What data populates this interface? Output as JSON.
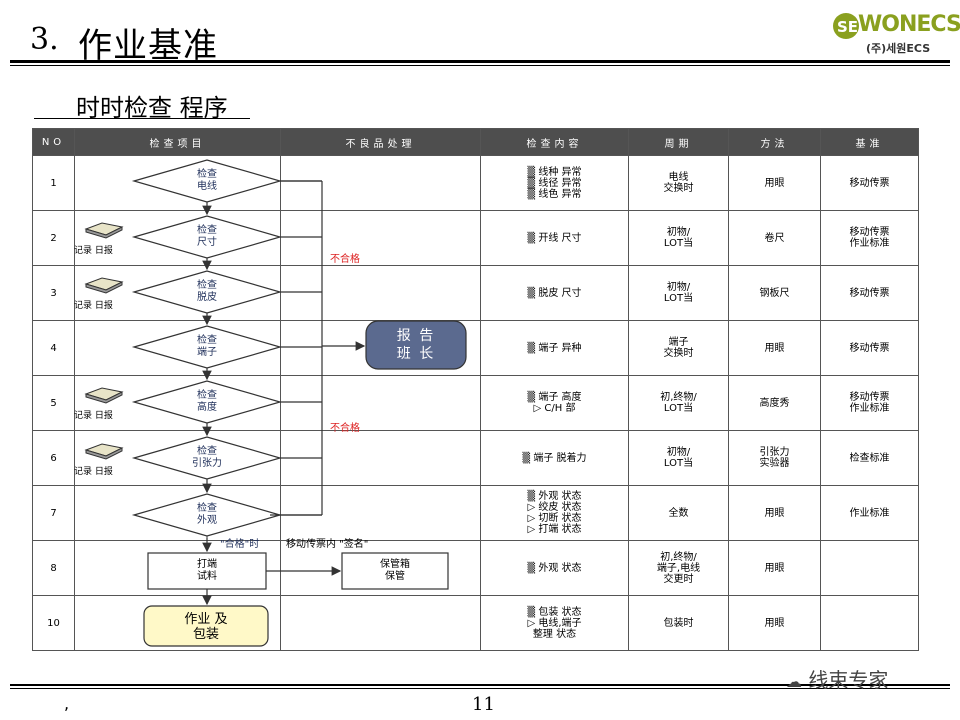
{
  "header": {
    "number": "3.",
    "title": "作业基准",
    "subtitle": "时时检查 程序",
    "logo_text": "SEWONECS",
    "logo_sub": "(주)세원ECS"
  },
  "table": {
    "headers": [
      "NO",
      "检查项目",
      "不良品处理",
      "检查内容",
      "周期",
      "方法",
      "基准"
    ],
    "rows": [
      {
        "no": "1",
        "content": [
          "▒ 线种 异常",
          "▒ 线径 异常",
          "▒ 线色 异常"
        ],
        "cycle": "电线\n交换时",
        "method": "用眼",
        "standard": "移动传票"
      },
      {
        "no": "2",
        "content": [
          "▒ 开线 尺寸"
        ],
        "cycle": "初物/\nLOT当",
        "method": "卷尺",
        "standard": "移动传票\n作业标准"
      },
      {
        "no": "3",
        "content": [
          "▒ 脱皮 尺寸"
        ],
        "cycle": "初物/\nLOT当",
        "method": "钢板尺",
        "standard": "移动传票"
      },
      {
        "no": "4",
        "content": [
          "▒ 端子 异种"
        ],
        "cycle": "端子\n交换时",
        "method": "用眼",
        "standard": "移动传票"
      },
      {
        "no": "5",
        "content": [
          "▒ 端子 高度",
          "▷ C/H 部"
        ],
        "cycle": "初,终物/\nLOT当",
        "method": "高度秀",
        "standard": "移动传票\n作业标准"
      },
      {
        "no": "6",
        "content": [
          "▒ 端子 脱着力"
        ],
        "cycle": "初物/\nLOT当",
        "method": "引张力\n实验器",
        "standard": "检查标准"
      },
      {
        "no": "7",
        "content": [
          "▒ 外观 状态",
          "▷ 绞皮 状态",
          "▷ 切断 状态",
          "▷ 打端 状态"
        ],
        "cycle": "全数",
        "method": "用眼",
        "standard": "作业标准"
      },
      {
        "no": "8",
        "content": [
          "▒ 外观 状态"
        ],
        "cycle": "初,终物/\n端子,电线\n交更时",
        "method": "用眼",
        "standard": ""
      },
      {
        "no": "10",
        "content": [
          "▒ 包装 状态",
          "▷ 电线,端子",
          "  整理 状态"
        ],
        "cycle": "包装时",
        "method": "用眼",
        "standard": ""
      }
    ]
  },
  "flow": {
    "decisions": [
      "检查\n电线",
      "检查\n尺寸",
      "检查\n脱皮",
      "检查\n端子",
      "检查\n高度",
      "检查\n引张力",
      "检查\n外观"
    ],
    "reject_label_1": "不合格",
    "reject_label_2": "不合格",
    "report_box": "报 告\n班 长",
    "pass_note_1": "\"合格\"时",
    "pass_note_2": "移动传票内 \"签名\"",
    "process_box": "打端\n试料",
    "storage_box": "保管箱\n保管",
    "final_box": "作业 及\n包装",
    "record_label": "记录 日报"
  },
  "footer": {
    "page_number": "11",
    "wechat_label": "线束专家",
    "mark": ","
  }
}
